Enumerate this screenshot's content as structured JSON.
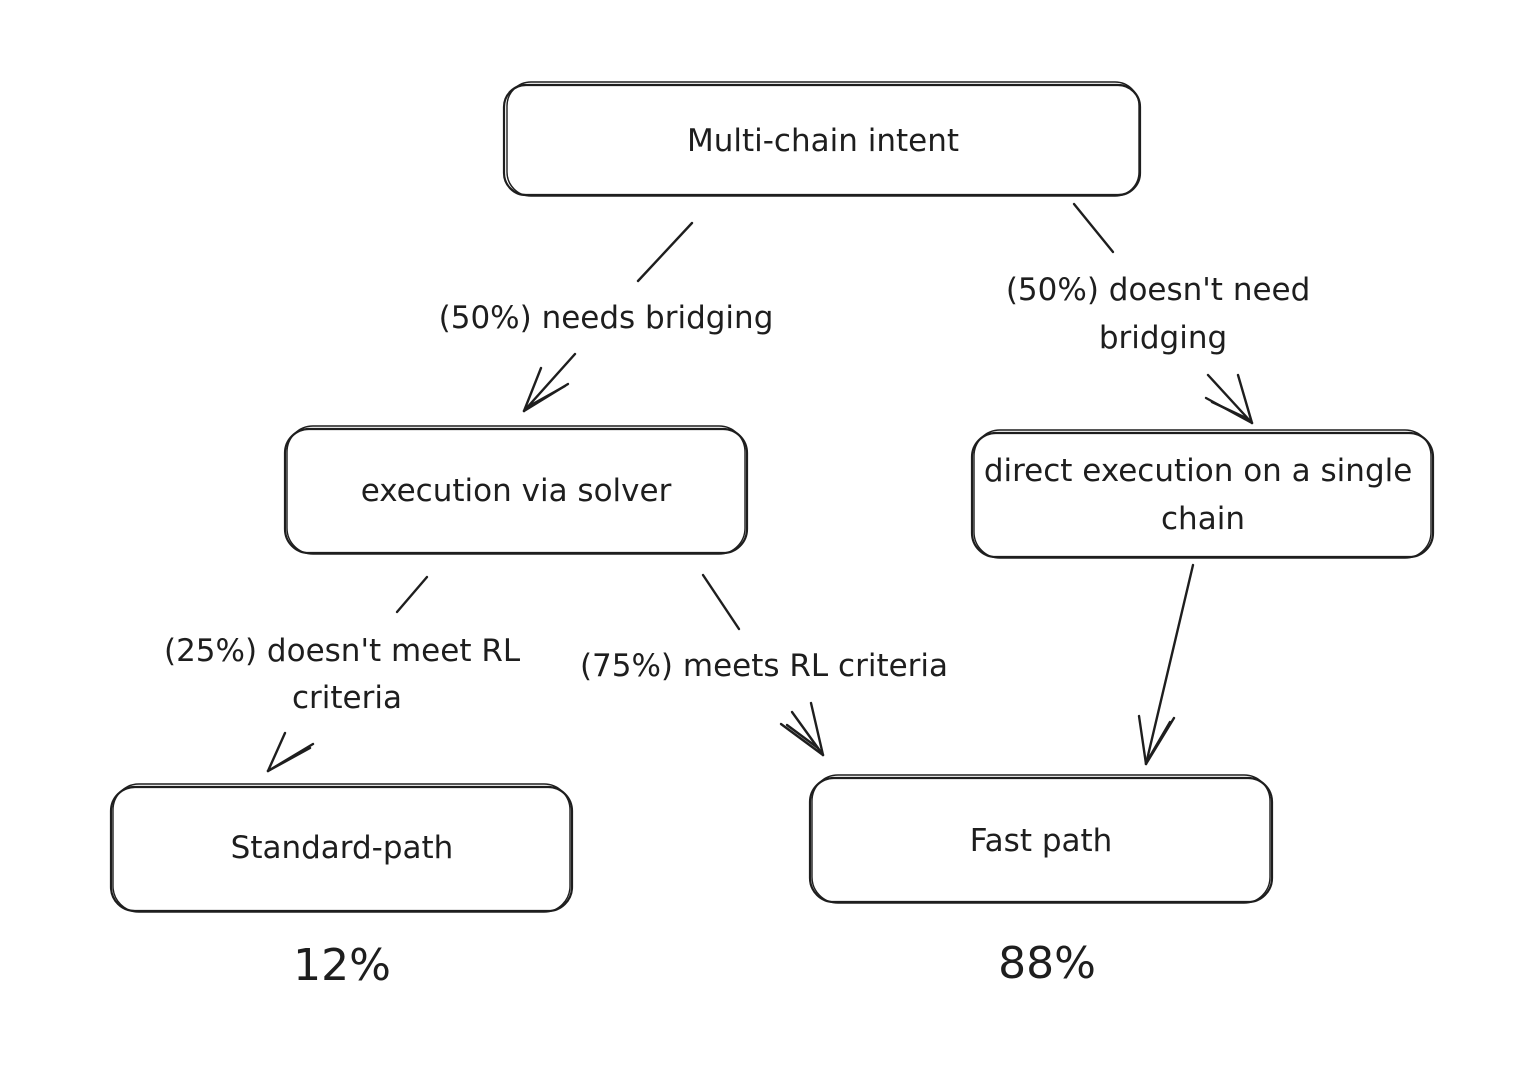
{
  "diagram": {
    "nodes": {
      "root": "Multi-chain intent",
      "solver": "execution via solver",
      "direct": [
        "direct execution on a single",
        "chain"
      ],
      "standard": "Standard-path",
      "fast": "Fast path"
    },
    "edges": {
      "needs_bridging": "(50%) needs bridging",
      "no_bridging": [
        "(50%) doesn't need",
        "bridging"
      ],
      "not_meet_rl": [
        "(25%) doesn't meet  RL",
        "criteria"
      ],
      "meets_rl": "(75%) meets RL criteria"
    },
    "results": {
      "standard_share": "12%",
      "fast_share": "88%"
    }
  }
}
